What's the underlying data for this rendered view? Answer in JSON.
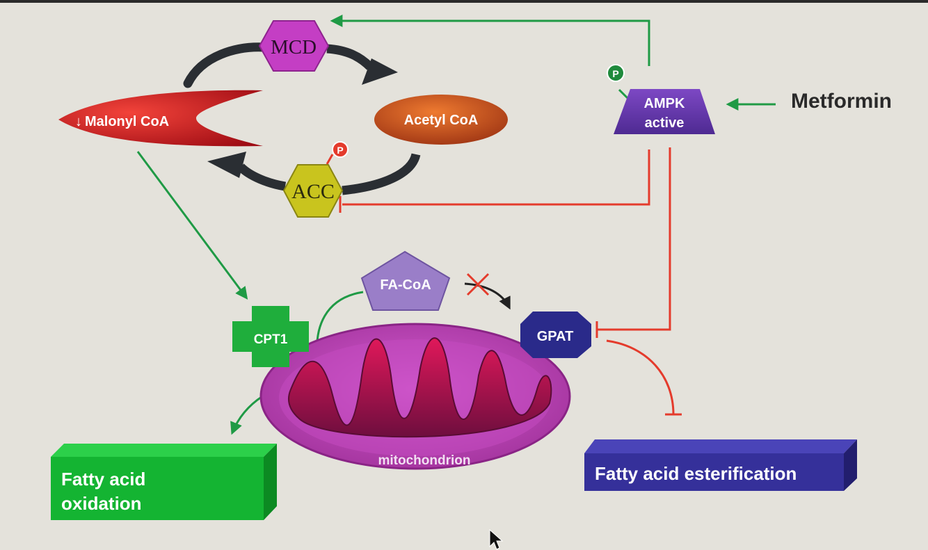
{
  "nodes": {
    "mcd": "MCD",
    "malonyl": "Malonyl CoA",
    "malonyl_arrow": "↓",
    "acetyl": "Acetyl CoA",
    "acc": "ACC",
    "ampk_line1": "AMPK",
    "ampk_line2": "active",
    "metformin": "Metformin",
    "fa_coa": "FA-CoA",
    "cpt1": "CPT1",
    "gpat": "GPAT",
    "mitochondrion": "mitochondrion",
    "fao_line1": "Fatty acid",
    "fao_line2": "oxidation",
    "fae": "Fatty acid esterification",
    "phospho": "P"
  },
  "colors": {
    "background": "#e4e2db",
    "activation": "#1f9a45",
    "inhibition": "#e43b2c",
    "mcd": "#c43ec4",
    "malonyl": "#c8101c",
    "acetyl": "#c4501a",
    "acc": "#c9c41e",
    "ampk": "#6a3ab0",
    "fa_coa": "#9a7ec8",
    "cpt1": "#1fae3c",
    "gpat": "#2a2a8a",
    "mitochondrion": "#bf3cb8",
    "fao_box": "#14b432",
    "fae_box": "#35309a"
  },
  "icons": {
    "phospho_marker": "phospho-icon",
    "cursor": "mouse-pointer-icon",
    "blocked_mark": "x-mark-icon"
  }
}
